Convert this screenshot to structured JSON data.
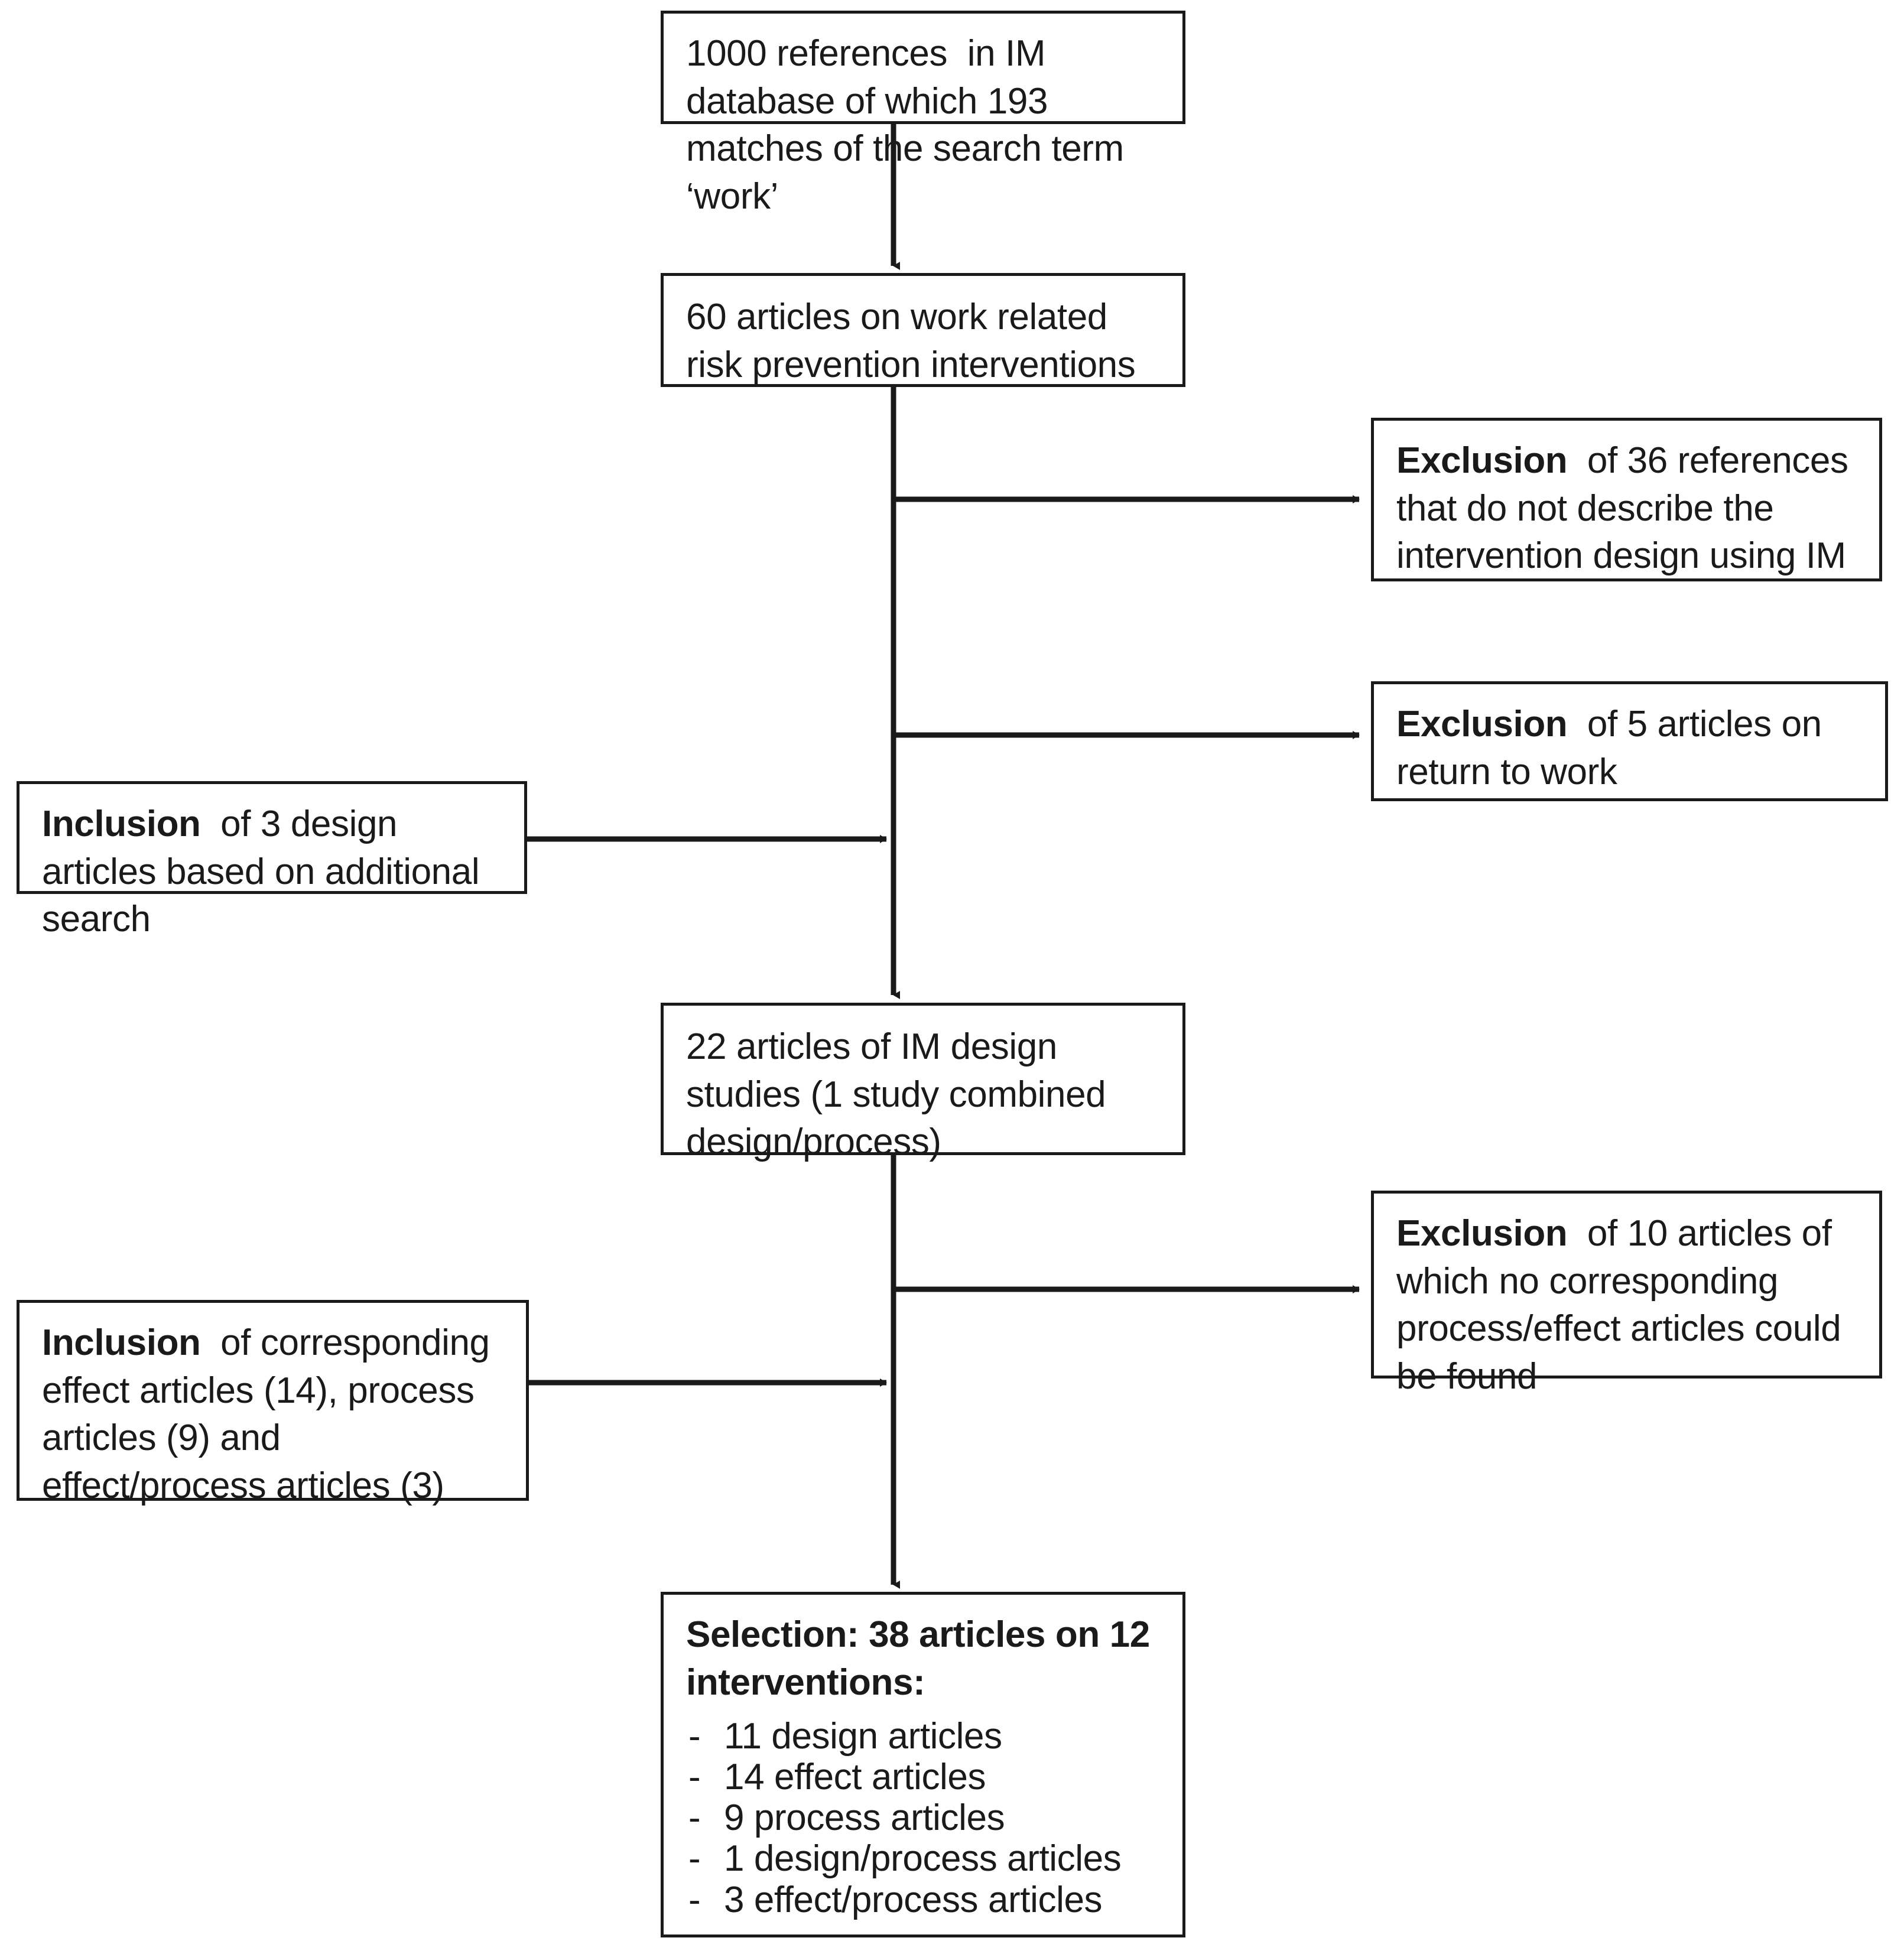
{
  "diagram": {
    "title": "Intervention Mapping literature selection flowchart",
    "stroke_color": "#1a1a1a",
    "background_color": "#ffffff",
    "boxes": {
      "references": {
        "text": "1000 references  in IM database of which 193 matches of the search term ‘work’"
      },
      "articles_work_related": {
        "text": "60 articles on work related risk prevention interventions"
      },
      "exclusion_36": {
        "keyword": "Exclusion",
        "text": "  of 36 references that do not describe the intervention design using IM"
      },
      "exclusion_5": {
        "keyword": "Exclusion",
        "text": "  of 5 articles on return to work"
      },
      "inclusion_3": {
        "keyword": "Inclusion",
        "text": "  of 3 design articles based on additional search"
      },
      "design_studies_22": {
        "text": "22 articles of IM design studies (1 study combined design/process)"
      },
      "exclusion_10": {
        "keyword": "Exclusion",
        "text": "  of 10 articles of which no corresponding process/effect articles could be found"
      },
      "inclusion_corresponding": {
        "keyword": "Inclusion",
        "text": "  of corresponding effect articles (14), process articles (9) and effect/process articles (3)"
      },
      "selection": {
        "heading": "Selection: 38 articles on 12 interventions:",
        "bullet_marker": "-",
        "items": [
          "11 design articles",
          "14 effect articles",
          "9 process articles",
          "1 design/process articles",
          "3 effect/process articles"
        ]
      }
    }
  }
}
